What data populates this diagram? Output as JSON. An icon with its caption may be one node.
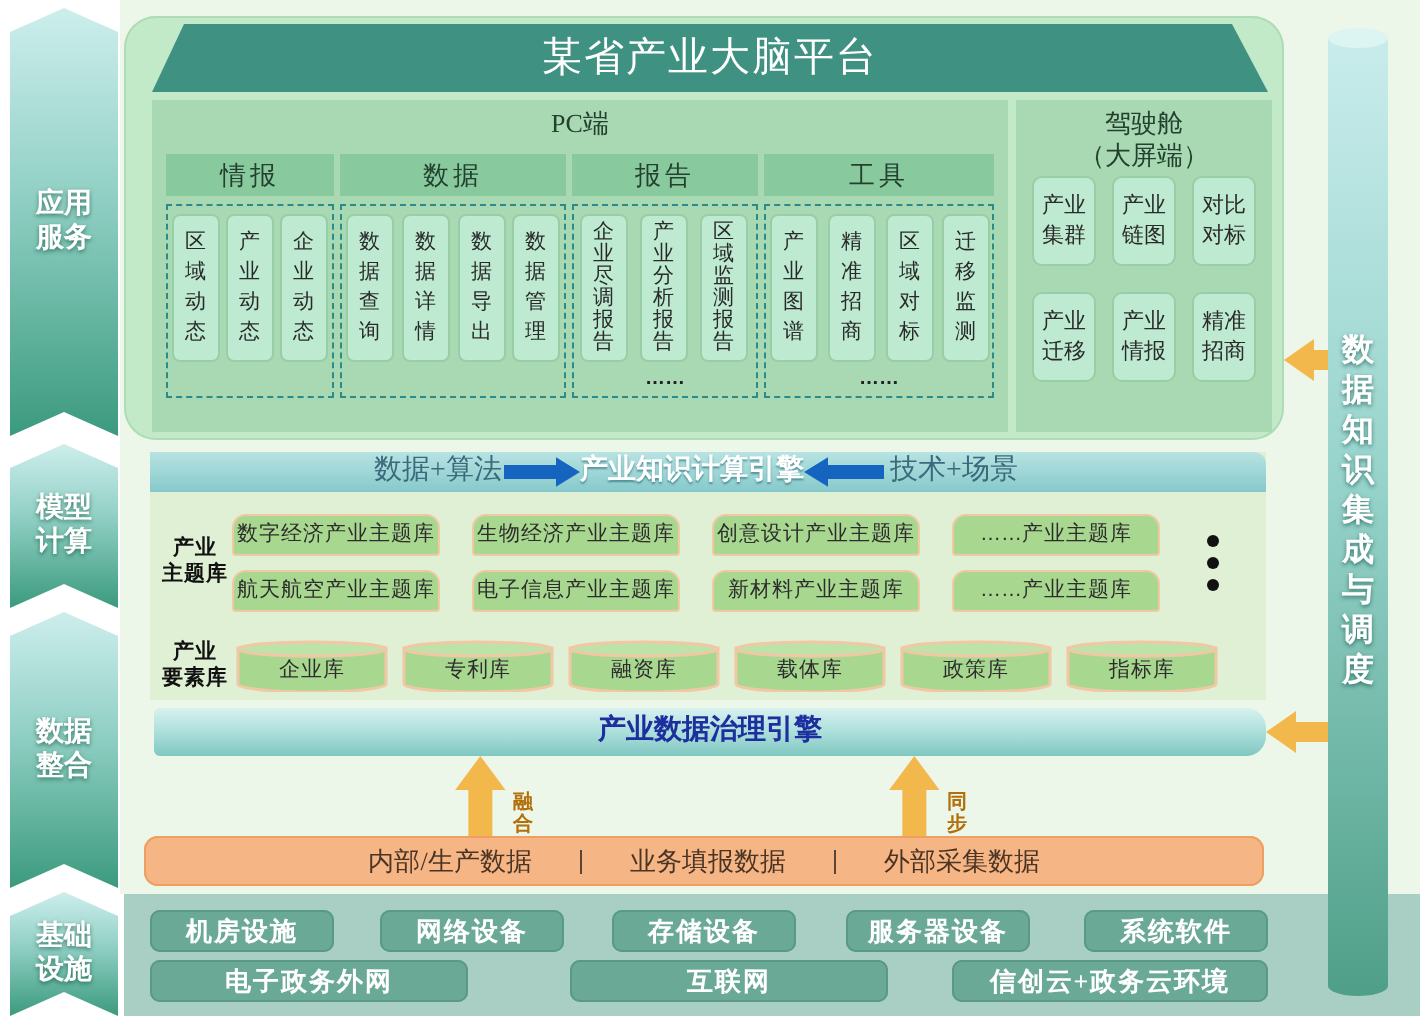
{
  "diagram": {
    "nodes": [
      {
        "text": [
          "应用服务"
        ]
      },
      {
        "text": [
          "某省产业大脑平台"
        ]
      },
      {
        "text": [
          "PC端"
        ],
        "in": 1
      },
      {
        "text": [
          "情报"
        ],
        "in": 2
      },
      {
        "text": [
          "区域动态"
        ],
        "in": 3
      },
      {
        "text": [
          "产业动态"
        ],
        "in": 3
      },
      {
        "text": [
          "企业动态"
        ],
        "in": 3
      },
      {
        "text": [
          "数据"
        ],
        "in": 2
      },
      {
        "text": [
          "数据查询"
        ],
        "in": 7
      },
      {
        "text": [
          "数据详情"
        ],
        "in": 7
      },
      {
        "text": [
          "数据导出"
        ],
        "in": 7
      },
      {
        "text": [
          "数据管理"
        ],
        "in": 7
      },
      {
        "text": [
          "报告",
          "……"
        ],
        "in": 2
      },
      {
        "text": [
          "企业尽调报告"
        ],
        "in": 12
      },
      {
        "text": [
          "产业分析报告"
        ],
        "in": 12
      },
      {
        "text": [
          "区域监测报告"
        ],
        "in": 12
      },
      {
        "text": [
          "工具",
          "……"
        ],
        "in": 2
      },
      {
        "text": [
          "产业图谱"
        ],
        "in": 16
      },
      {
        "text": [
          "精准招商"
        ],
        "in": 16
      },
      {
        "text": [
          "区域对标"
        ],
        "in": 16
      },
      {
        "text": [
          "迁移监测"
        ],
        "in": 16
      },
      {
        "text": [
          "驾驶舱（大屏端）"
        ],
        "in": 1
      },
      {
        "text": [
          "产业集群"
        ],
        "in": 21
      },
      {
        "text": [
          "产业链图"
        ],
        "in": 21
      },
      {
        "text": [
          "对比对标"
        ],
        "in": 21
      },
      {
        "text": [
          "产业迁移"
        ],
        "in": 21
      },
      {
        "text": [
          "产业情报"
        ],
        "in": 21
      },
      {
        "text": [
          "精准招商"
        ],
        "in": 21
      },
      {
        "text": [
          "模型计算"
        ]
      },
      {
        "text": [
          "数据+算法"
        ]
      },
      {
        "text": [
          "产业知识计算引擎"
        ]
      },
      {
        "text": [
          "技术+场景"
        ]
      },
      {
        "text": [
          "数字经济产业主题库"
        ]
      },
      {
        "text": [
          "生物经济产业主题库"
        ]
      },
      {
        "text": [
          "创意设计产业主题库"
        ]
      },
      {
        "text": [
          "……产业主题库"
        ]
      },
      {
        "text": [
          "航天航空产业主题库"
        ]
      },
      {
        "text": [
          "电子信息产业主题库"
        ]
      },
      {
        "text": [
          "新材料产业主题库"
        ]
      },
      {
        "text": [
          "……产业主题库"
        ]
      },
      {
        "text": [
          "企业库"
        ]
      },
      {
        "text": [
          "专利库"
        ]
      },
      {
        "text": [
          "融资库"
        ]
      },
      {
        "text": [
          "载体库"
        ]
      },
      {
        "text": [
          "政策库"
        ]
      },
      {
        "text": [
          "指标库"
        ]
      },
      {
        "text": [
          "数据整合"
        ]
      },
      {
        "text": [
          "产业数据治理引擎"
        ]
      },
      {
        "text": [
          "内部/生产数据",
          "业务填报数据",
          "外部采集数据"
        ]
      },
      {
        "text": [
          "基础设施"
        ]
      },
      {
        "text": [
          "机房设施"
        ]
      },
      {
        "text": [
          "网络设备"
        ]
      },
      {
        "text": [
          "存储设备"
        ]
      },
      {
        "text": [
          "服务器设备"
        ]
      },
      {
        "text": [
          "系统软件"
        ]
      },
      {
        "text": [
          "电子政务外网"
        ]
      },
      {
        "text": [
          "互联网"
        ]
      },
      {
        "text": [
          "信创云+政务云环境"
        ]
      },
      {
        "text": [
          "数据知识集成与调度"
        ]
      }
    ],
    "edges": [
      {
        "from": 29,
        "to": 30,
        "arrow": "to",
        "color": "#1565c0"
      },
      {
        "from": 31,
        "to": 30,
        "arrow": "to",
        "color": "#1565c0"
      },
      {
        "from": 48,
        "to": 47,
        "arrow": "to",
        "label": "融合"
      },
      {
        "from": 48,
        "to": 47,
        "arrow": "to",
        "label": "同步"
      },
      {
        "from": 58,
        "to": 1,
        "arrow": "to"
      },
      {
        "from": 58,
        "to": 47,
        "arrow": "to"
      }
    ],
    "labels": [
      "产业主题库",
      "产业要素库"
    ]
  }
}
